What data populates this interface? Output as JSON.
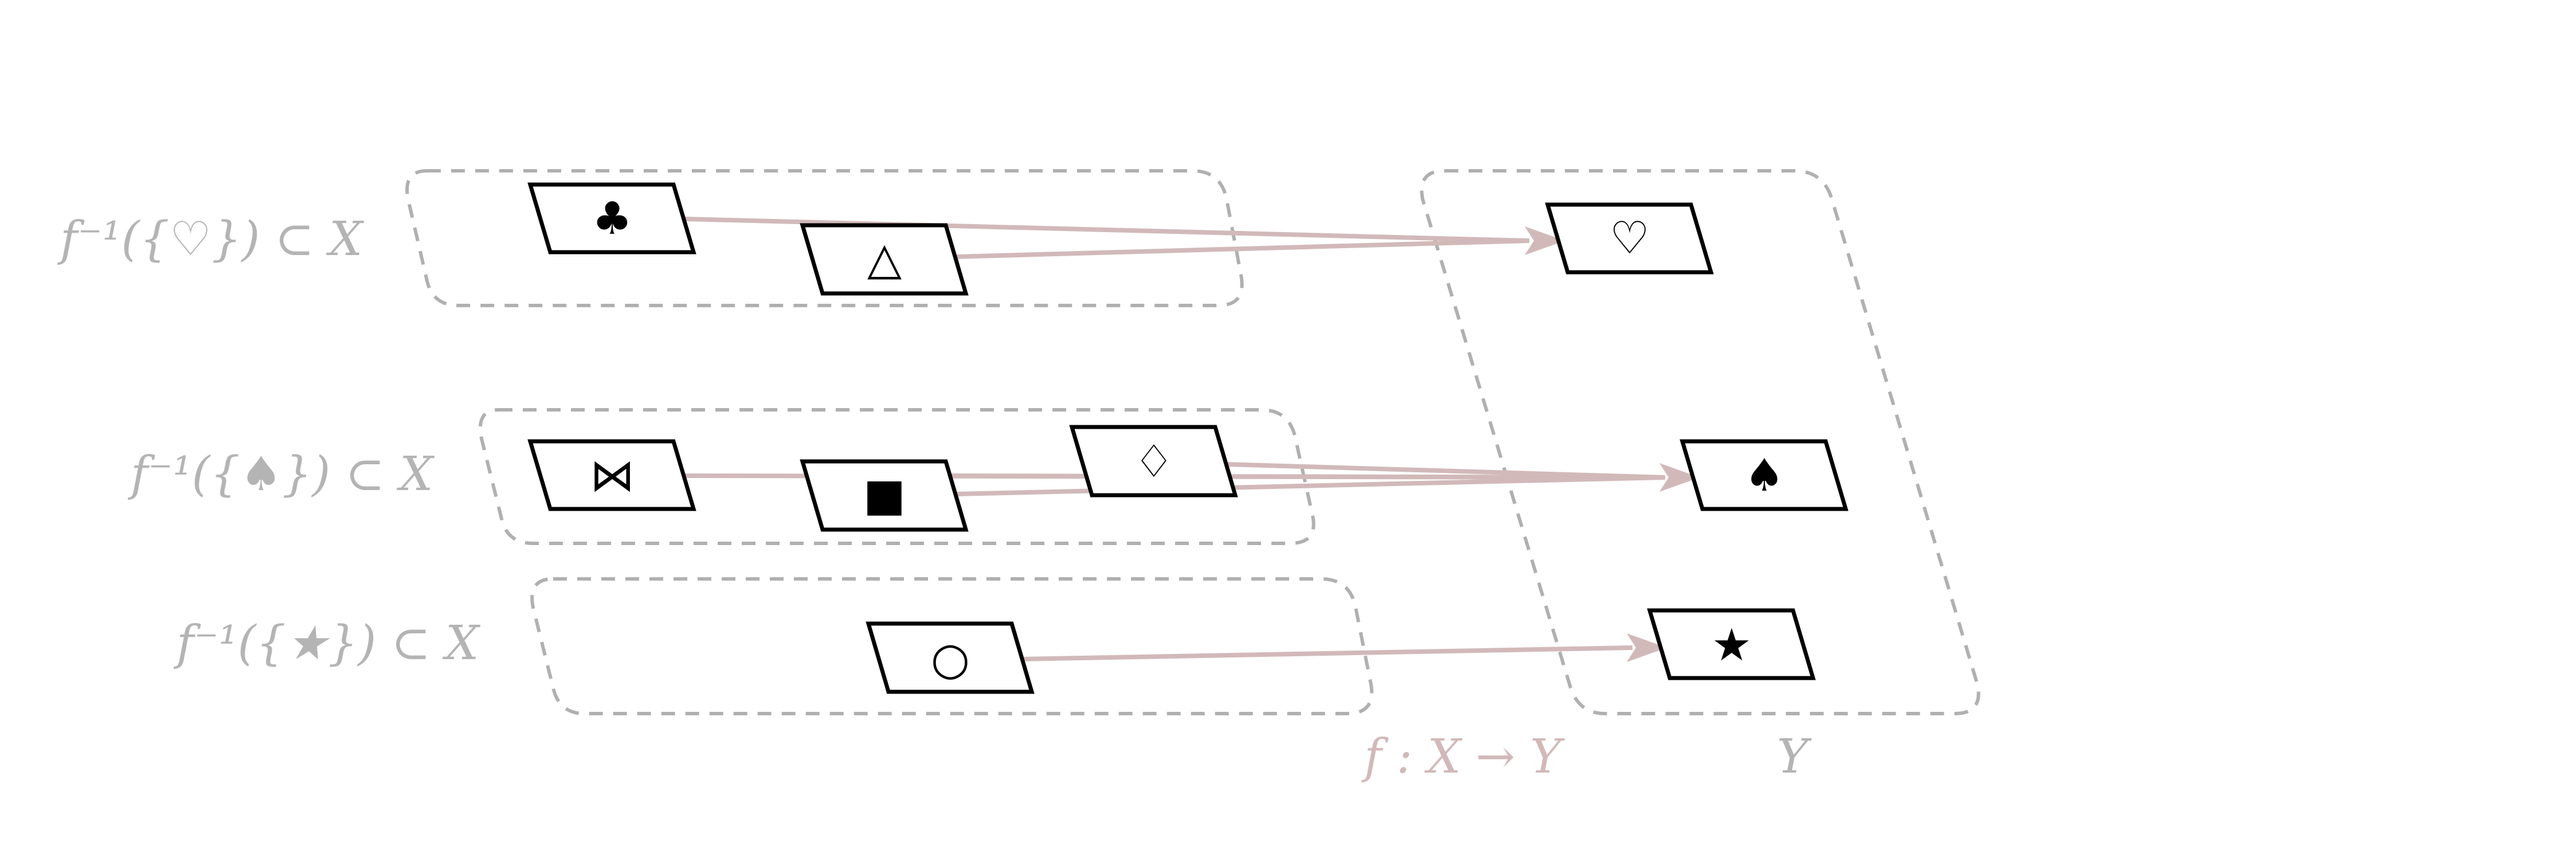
{
  "labels": {
    "preimage_heart": "f⁻¹({♡}) ⊂ X",
    "preimage_spade": "f⁻¹({♠}) ⊂ X",
    "preimage_star": "f⁻¹({★}) ⊂ X",
    "function": "f : X → Y",
    "codomain": "Y"
  },
  "domain_nodes": {
    "club": "♣",
    "triangle": "△",
    "bowtie": "⋈",
    "square": "■",
    "diamond": "♢",
    "circle": "○"
  },
  "codomain_nodes": {
    "heart": "♡",
    "spade": "♠",
    "star": "★"
  },
  "mapping": [
    {
      "from": "club",
      "to": "heart"
    },
    {
      "from": "triangle",
      "to": "heart"
    },
    {
      "from": "bowtie",
      "to": "spade"
    },
    {
      "from": "square",
      "to": "spade"
    },
    {
      "from": "diamond",
      "to": "spade"
    },
    {
      "from": "circle",
      "to": "star"
    }
  ],
  "colors": {
    "arrow": "#d2b9b9",
    "group_border": "#b0b0b0",
    "label": "#b4b4b4",
    "function_label": "#d2b9b9"
  }
}
